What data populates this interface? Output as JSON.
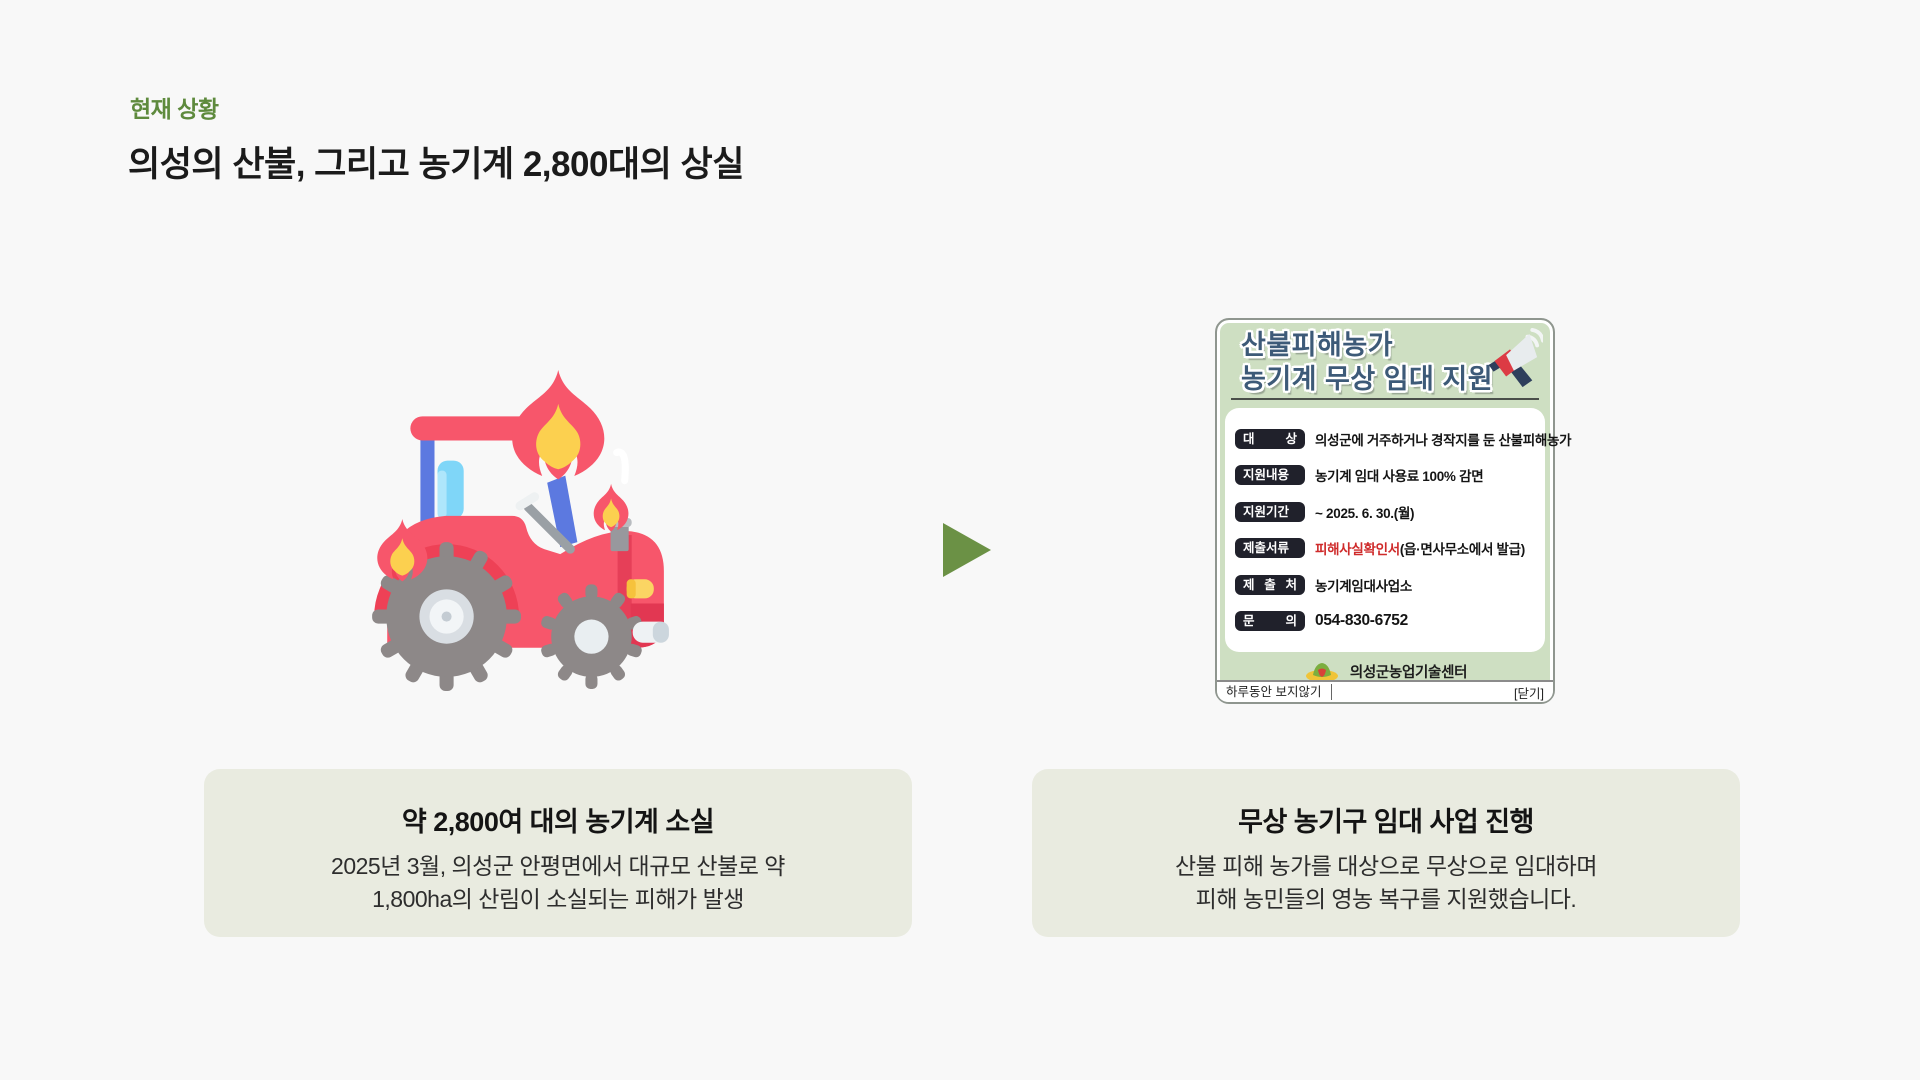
{
  "page": {
    "eyebrow": "현재 상황",
    "title": "의성의 산불, 그리고 농기계 2,800대의 상실"
  },
  "colors": {
    "background": "#f8f8f8",
    "accent_green": "#5e8a3d",
    "arrow_green": "#6b9145",
    "popup_bg": "#cedfc2",
    "popup_title_blue": "#3d5a78",
    "badge_bg": "#20212b",
    "highlight_red": "#cf2b2b",
    "caption_card_bg": "#e9ebe0",
    "tractor_red": "#f7566b",
    "flame_yellow": "#fcd04f"
  },
  "icons": {
    "megaphone": "megaphone-icon",
    "emblem": "uiseong-emblem-icon",
    "tractor": "burning-tractor-illustration",
    "arrow": "right-arrow"
  },
  "popup": {
    "title_line1": "산불피해농가",
    "title_line2": "농기계 무상 임대 지원",
    "rows": [
      {
        "label": "대 상",
        "value": "의성군에 거주하거나 경작지를 둔 산불피해농가"
      },
      {
        "label": "지원내용",
        "value": "농기계 임대 사용료 100% 감면"
      },
      {
        "label": "지원기간",
        "value": "~ 2025. 6. 30.(월)"
      },
      {
        "label": "제출서류",
        "highlight": "피해사실확인서",
        "value": "(읍·면사무소에서 발급)"
      },
      {
        "label": "제 출 처",
        "value": "농기계임대사업소"
      },
      {
        "label": "문 의",
        "value": "054-830-6752"
      }
    ],
    "org": "의성군농업기술센터",
    "footer_left": "하루동안 보지않기",
    "footer_right": "[닫기]"
  },
  "cards": [
    {
      "title": "약 2,800여 대의 농기계 소실",
      "line1": "2025년 3월, 의성군 안평면에서 대규모 산불로 약",
      "line2": "1,800ha의 산림이 소실되는 피해가 발생"
    },
    {
      "title": "무상 농기구 임대 사업 진행",
      "line1": "산불 피해 농가를 대상으로 무상으로 임대하며",
      "line2": "피해 농민들의 영농 복구를 지원했습니다."
    }
  ]
}
